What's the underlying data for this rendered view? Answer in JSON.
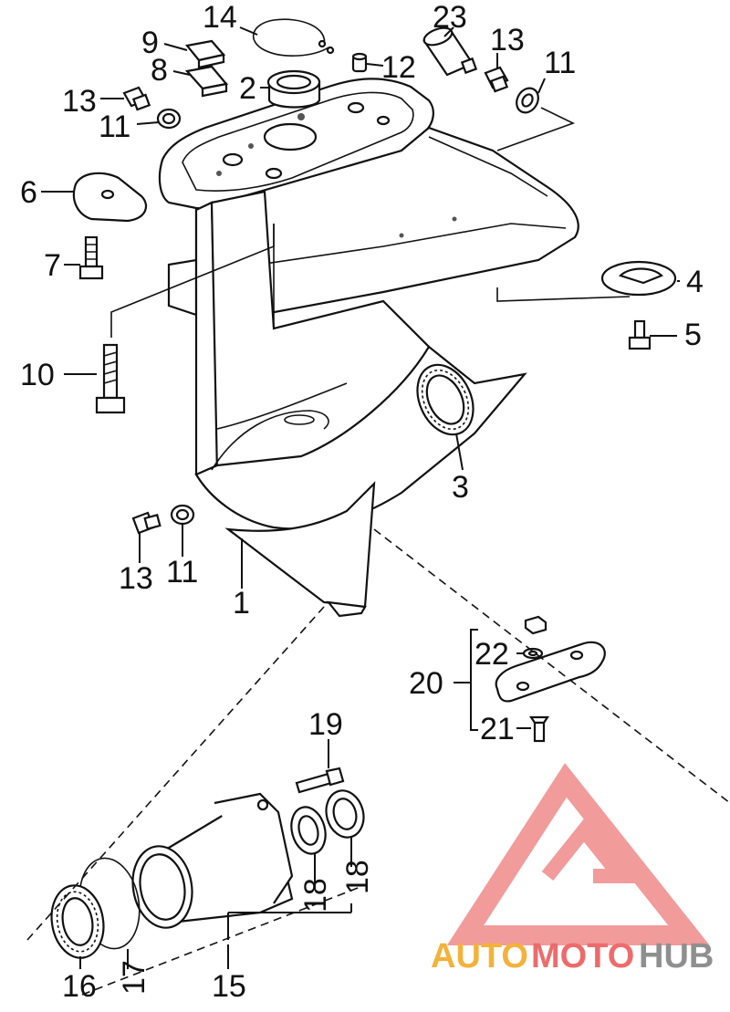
{
  "labels": {
    "p1": "1",
    "p2": "2",
    "p3": "3",
    "p4": "4",
    "p5": "5",
    "p6": "6",
    "p7": "7",
    "p8": "8",
    "p9": "9",
    "p10": "10",
    "p11a": "11",
    "p11b": "11",
    "p11c": "11",
    "p12": "12",
    "p13a": "13",
    "p13b": "13",
    "p13c": "13",
    "p14": "14",
    "p15": "15",
    "p16": "16",
    "p17": "17",
    "p18a": "18",
    "p18b": "18",
    "p19": "19",
    "p20": "20",
    "p21": "21",
    "p22": "22",
    "p23": "23"
  },
  "watermark": {
    "part1": "AUTO",
    "part2": "MOTO",
    "part3": "HUB",
    "colors": {
      "auto": "#f3b23a",
      "moto": "#ee6b6b",
      "hub": "#8f8f8f",
      "logo": "#f08a8a"
    }
  }
}
